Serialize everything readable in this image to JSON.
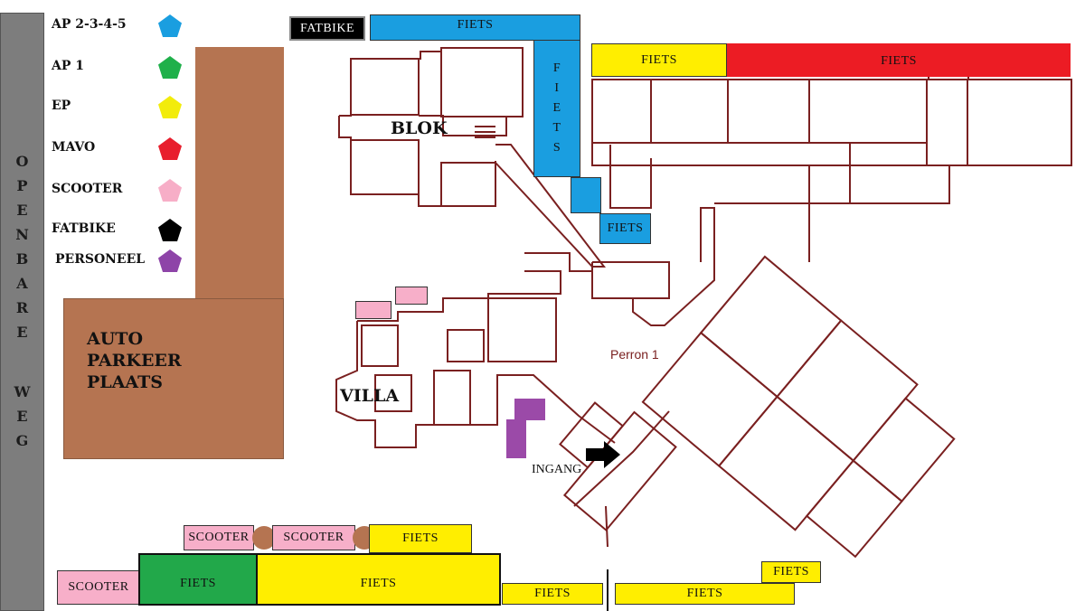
{
  "road": {
    "letters_top": [
      "O",
      "P",
      "E",
      "N",
      "B",
      "A",
      "R",
      "E"
    ],
    "letters_bottom": [
      "W",
      "E",
      "G"
    ]
  },
  "legend": [
    {
      "label": "AP 2-3-4-5",
      "color": "#1a9ee0",
      "icon": "pentagon-icon"
    },
    {
      "label": "AP 1",
      "color": "#1fb04a",
      "icon": "pentagon-icon"
    },
    {
      "label": "EP",
      "color": "#f2ec0b",
      "icon": "pentagon-icon"
    },
    {
      "label": "MAVO",
      "color": "#e81e2d",
      "icon": "pentagon-icon"
    },
    {
      "label": "SCOOTER",
      "color": "#f7aec7",
      "icon": "pentagon-icon"
    },
    {
      "label": "FATBIKE",
      "color": "#000000",
      "icon": "pentagon-icon"
    },
    {
      "label": "PERSONEEL",
      "color": "#8e44a8",
      "icon": "pentagon-icon"
    }
  ],
  "parking": {
    "line1": "AUTO",
    "line2": "PARKEER",
    "line3": "PLAATS",
    "color": "#b57451"
  },
  "buildings": {
    "blok": "BLOK",
    "villa": "VILLA",
    "perron": "Perron 1",
    "ingang": "INGANG"
  },
  "zones": {
    "fatbike_top": "FATBIKE",
    "fiets_blue_top": "FIETS",
    "fiets_blue_vertical": [
      "F",
      "I",
      "E",
      "T",
      "S"
    ],
    "fiets_blue_small": "FIETS",
    "fiets_yellow_top": "FIETS",
    "fiets_red_top": "FIETS",
    "scooter_1": "SCOOTER",
    "scooter_2": "SCOOTER",
    "fiets_yellow_mid": "FIETS",
    "scooter_bottom": "SCOOTER",
    "fiets_green_bottom": "FIETS",
    "fiets_yellow_big": "FIETS",
    "fiets_yellow_b1": "FIETS",
    "fiets_yellow_b2": "FIETS",
    "fiets_yellow_b3": "FIETS"
  },
  "colors": {
    "blue": "#1a9ee0",
    "yellow": "#ffee00",
    "red": "#ec1c24",
    "green": "#22a84a",
    "pink": "#f7afc9",
    "purple": "#9b4aa8",
    "wall": "#7a2020",
    "road": "#7d7d7d"
  }
}
